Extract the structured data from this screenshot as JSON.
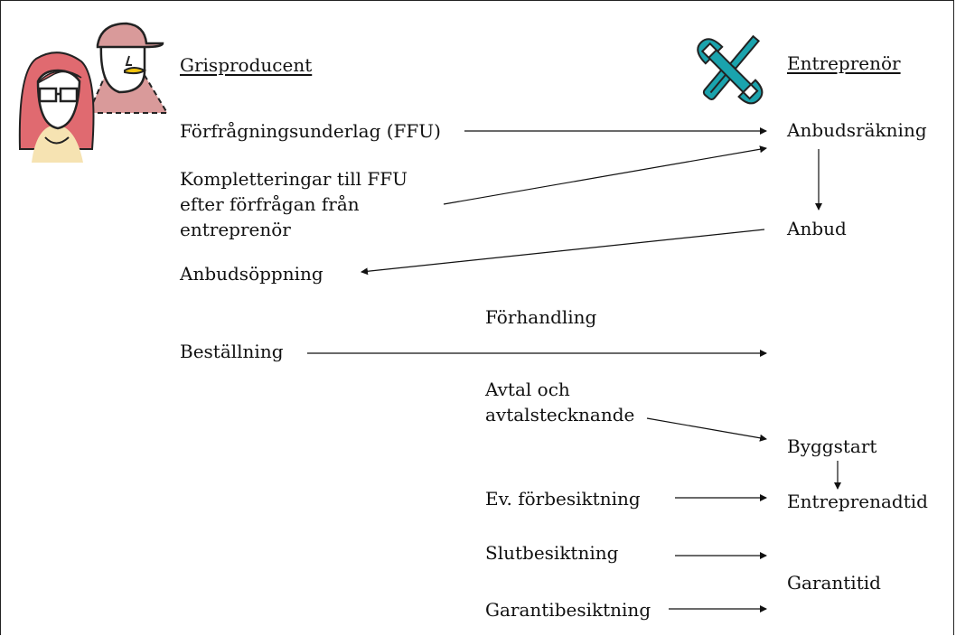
{
  "producer": {
    "heading": "Grisproducent",
    "ffu": "Förfrågningsunderlag (FFU)",
    "kompl": [
      "Kompletteringar till FFU",
      "efter förfrågan från",
      "entreprenör"
    ],
    "oppning": "Anbudsöppning",
    "bestallning": "Beställning"
  },
  "contractor": {
    "heading": "Entreprenör",
    "rakning": "Anbudsräkning",
    "anbud": "Anbud",
    "byggstart": "Byggstart",
    "tid": "Entreprenadtid",
    "garanti": "Garantitid"
  },
  "middle": {
    "forhandling": "Förhandling",
    "avtal": [
      "Avtal och",
      "avtalstecknande"
    ],
    "forbes": "Ev. förbesiktning",
    "slutbes": "Slutbesiktning",
    "garantibes": "Garantibesiktning"
  },
  "icons": {
    "people": "people-icon",
    "tools": "tools-icon",
    "tool_color": "#1aa3ad",
    "skin_color": "#e06a70",
    "cap_color": "#d99a9a"
  }
}
